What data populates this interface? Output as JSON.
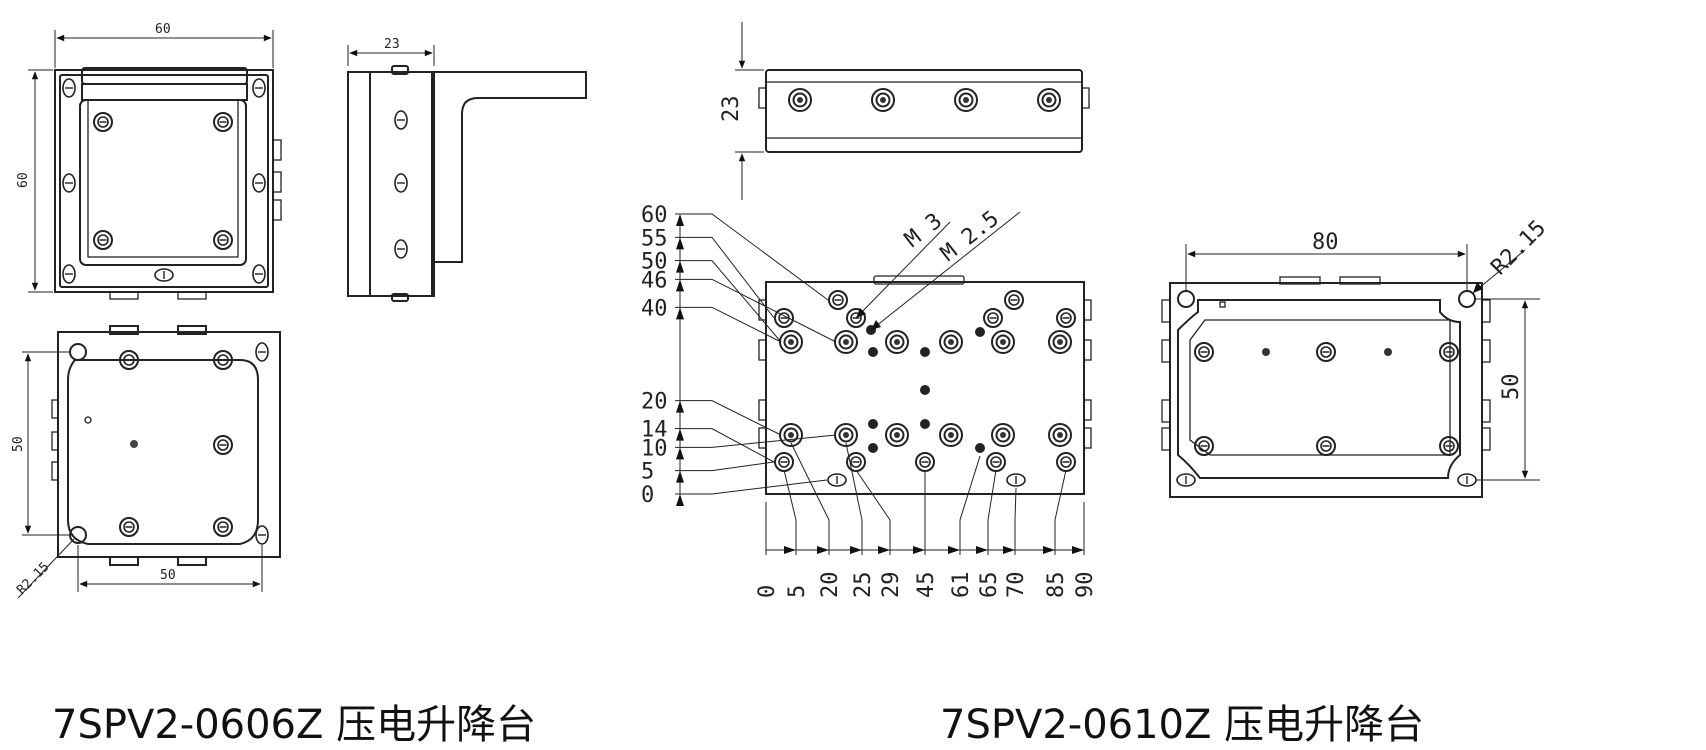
{
  "captions": {
    "left": "7SPV2-0606Z 压电升降台",
    "right": "7SPV2-0610Z 压电升降台"
  },
  "stage_0606": {
    "top_view": {
      "width": "60",
      "height": "60"
    },
    "side_view": {
      "thickness": "23"
    },
    "bottom_view": {
      "hole_span_y": "50",
      "hole_span_x": "50",
      "corner_radius": "R2.15"
    }
  },
  "stage_0610": {
    "side_view": {
      "height": "23"
    },
    "thread_callouts": [
      "M 3",
      "M 2.5"
    ],
    "y_positions": [
      "60",
      "55",
      "50",
      "46",
      "40",
      "20",
      "14",
      "10",
      "5",
      "0"
    ],
    "x_positions": [
      "0",
      "5",
      "20",
      "25",
      "29",
      "45",
      "61",
      "65",
      "70",
      "85",
      "90"
    ],
    "bottom_view": {
      "hole_span_x": "80",
      "hole_span_y": "50",
      "corner_radius": "R2.15"
    }
  }
}
